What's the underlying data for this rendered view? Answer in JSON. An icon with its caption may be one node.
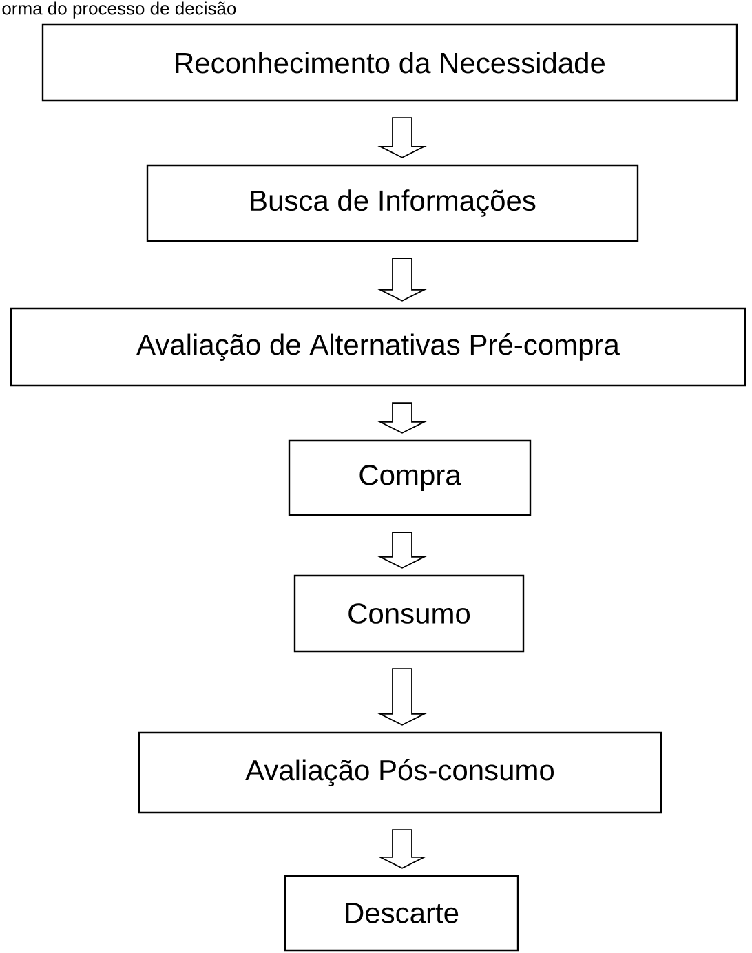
{
  "diagram": {
    "title": "orma do processo de decisão",
    "nodes": [
      {
        "text": [
          "Reconhecimento da Necessidade"
        ]
      },
      {
        "text": [
          "Busca de Informações"
        ]
      },
      {
        "text": [
          "Avaliação de Alternativas Pré-compra"
        ]
      },
      {
        "text": [
          "Compra"
        ]
      },
      {
        "text": [
          "Consumo"
        ]
      },
      {
        "text": [
          "Avaliação Pós-consumo"
        ]
      },
      {
        "text": [
          "Descarte"
        ]
      }
    ],
    "edges": [
      {
        "from": 0,
        "to": 1,
        "arrow": "to"
      },
      {
        "from": 1,
        "to": 2,
        "arrow": "to"
      },
      {
        "from": 2,
        "to": 3,
        "arrow": "to"
      },
      {
        "from": 3,
        "to": 4,
        "arrow": "to"
      },
      {
        "from": 4,
        "to": 5,
        "arrow": "to"
      },
      {
        "from": 5,
        "to": 6,
        "arrow": "to"
      }
    ]
  }
}
